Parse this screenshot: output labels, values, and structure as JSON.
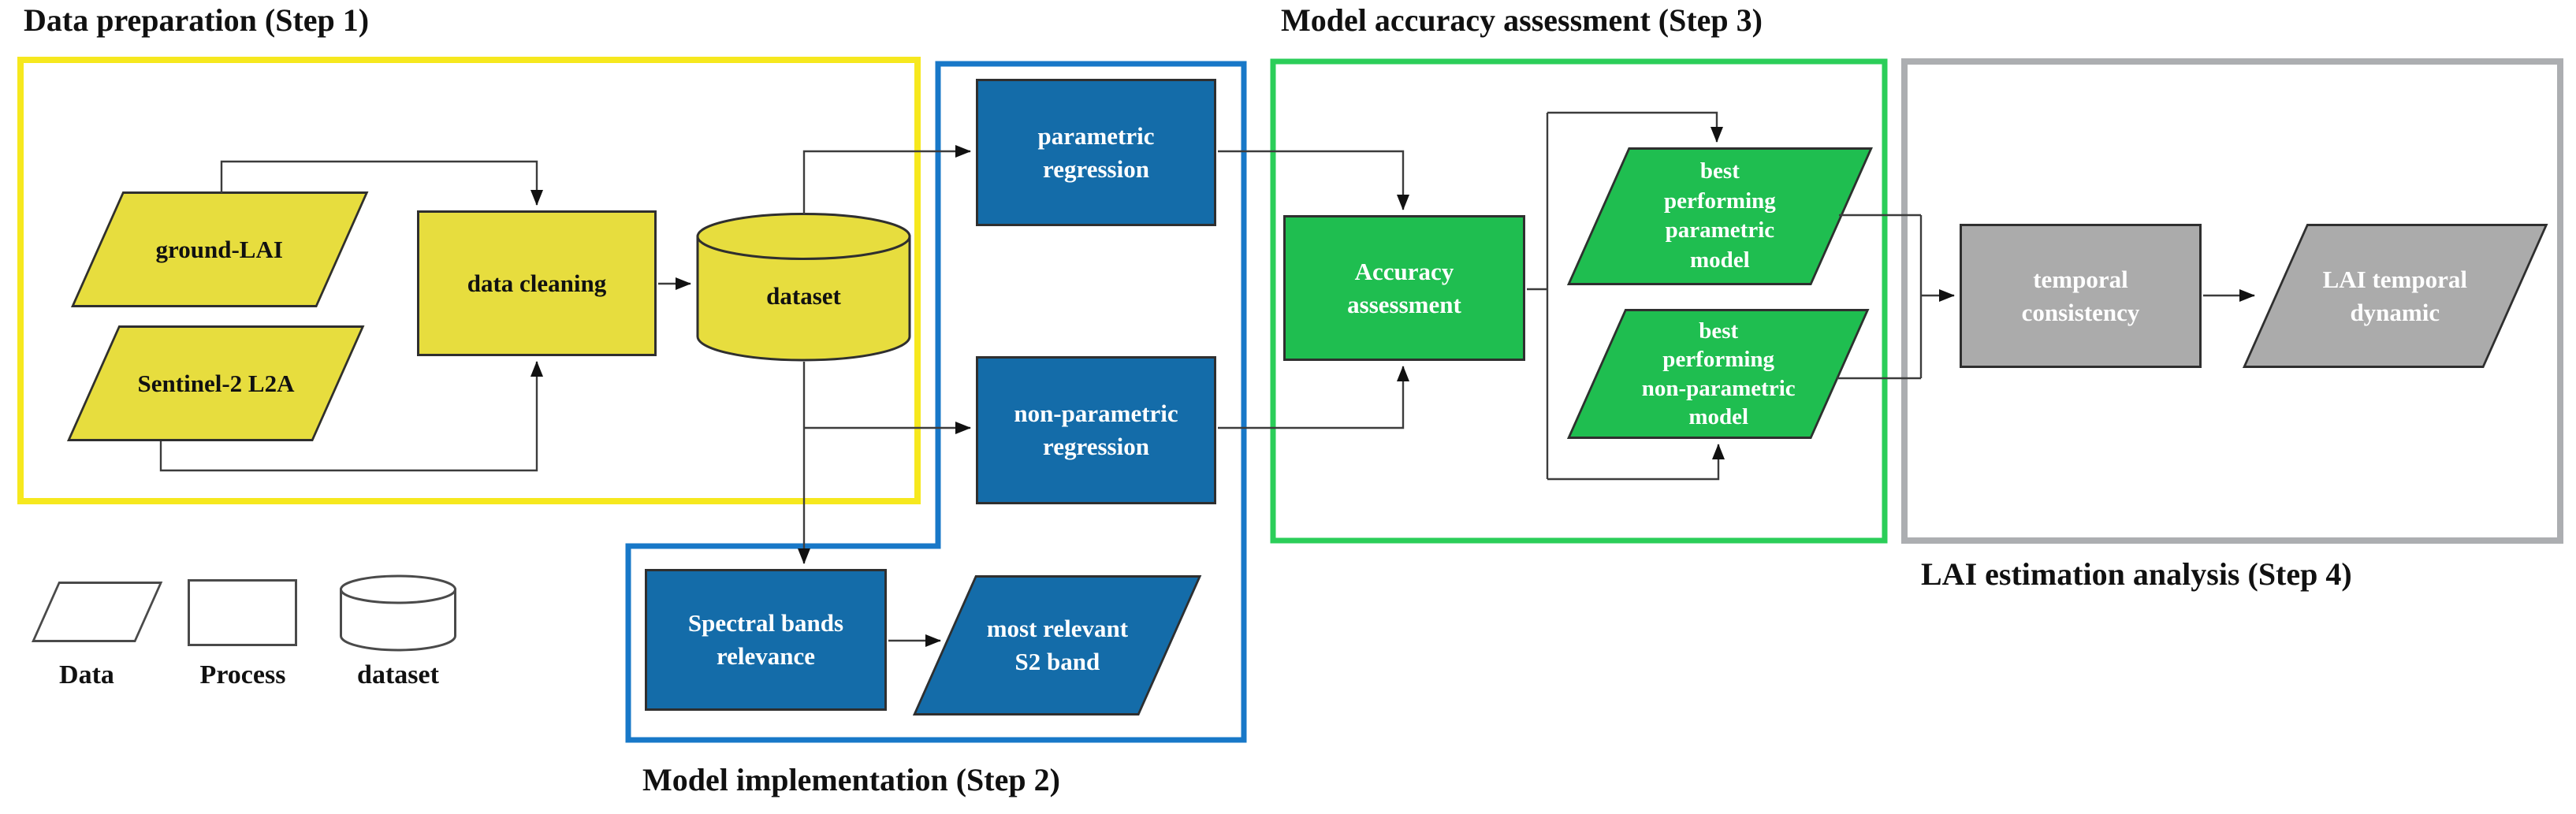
{
  "steps": {
    "step1": {
      "title": "Data preparation (Step 1)"
    },
    "step2": {
      "title": "Model implementation (Step 2)"
    },
    "step3": {
      "title": "Model accuracy assessment (Step 3)"
    },
    "step4": {
      "title": "LAI estimation analysis (Step 4)"
    }
  },
  "nodes": {
    "ground_lai": {
      "label": "ground-LAI",
      "type": "data"
    },
    "sentinel2": {
      "label": "Sentinel-2 L2A",
      "type": "data"
    },
    "data_cleaning": {
      "label": "data cleaning",
      "type": "process"
    },
    "dataset": {
      "label": "dataset",
      "type": "dataset"
    },
    "parametric_regression": {
      "label": [
        "parametric",
        "regression"
      ],
      "type": "process"
    },
    "non_parametric_regression": {
      "label": [
        "non-parametric",
        "regression"
      ],
      "type": "process"
    },
    "spectral_bands_relevance": {
      "label": [
        "Spectral bands",
        "relevance"
      ],
      "type": "process"
    },
    "most_relevant_s2_band": {
      "label": [
        "most relevant",
        "S2 band"
      ],
      "type": "data"
    },
    "accuracy_assessment": {
      "label": [
        "Accuracy",
        "assessment"
      ],
      "type": "process"
    },
    "best_parametric_model": {
      "label": [
        "best",
        "performing",
        "parametric",
        "model"
      ],
      "type": "data"
    },
    "best_non_parametric_model": {
      "label": [
        "best",
        "performing",
        "non-parametric",
        "model"
      ],
      "type": "data"
    },
    "temporal_consistency": {
      "label": [
        "temporal",
        "consistency"
      ],
      "type": "process"
    },
    "lai_temporal_dynamic": {
      "label": [
        "LAI temporal",
        "dynamic"
      ],
      "type": "data"
    }
  },
  "legend": {
    "data_label": "Data",
    "process_label": "Process",
    "dataset_label": "dataset"
  },
  "colors": {
    "step1_border": "#f6e81e",
    "step1_fill": "#e7dd3e",
    "step2_border": "#1878c8",
    "step2_fill": "#146ca9",
    "step3_border": "#2bce59",
    "step3_fill": "#1fbe50",
    "step4_border": "#acaeb1",
    "step4_fill": "#ababab",
    "shape_outline": "#2f2f2f",
    "connector": "#3c3c3c"
  }
}
